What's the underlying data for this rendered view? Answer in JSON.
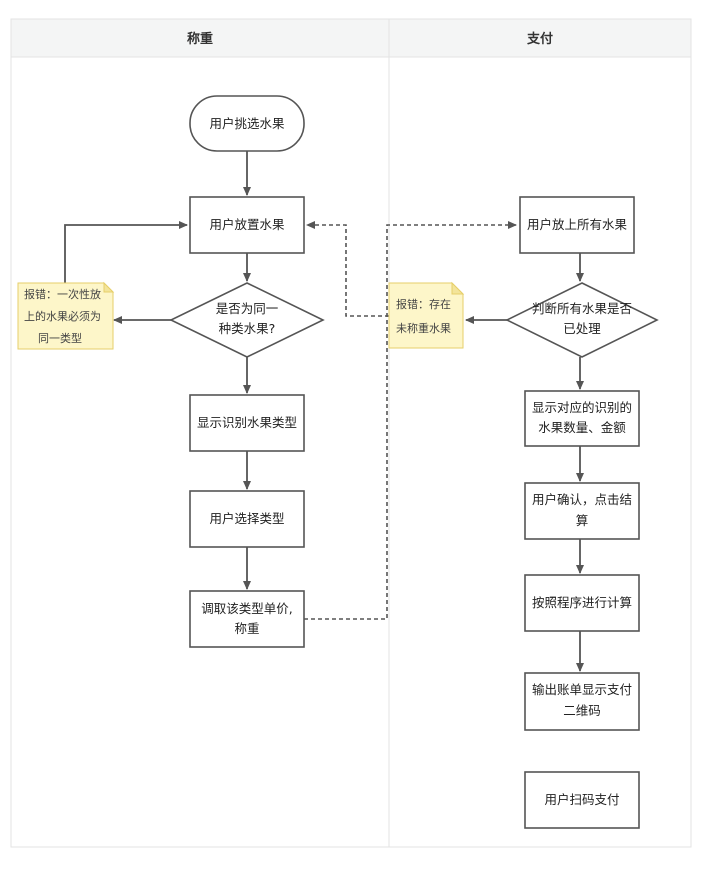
{
  "lanes": {
    "left_title": "称重",
    "right_title": "支付"
  },
  "nodes": {
    "start": "用户挑选水果",
    "place": "用户放置水果",
    "same_type_line1": "是否为同一",
    "same_type_line2": "种类水果?",
    "show_types": "显示识别水果类型",
    "select_type": "用户选择类型",
    "fetch_price_line1": "调取该类型单价,",
    "fetch_price_line2": "称重",
    "place_all": "用户放上所有水果",
    "all_processed_line1": "判断所有水果是否",
    "all_processed_line2": "已处理",
    "show_amount_line1": "显示对应的识别的",
    "show_amount_line2": "水果数量、金额",
    "confirm_line1": "用户确认，点击结",
    "confirm_line2": "算",
    "compute": "按照程序进行计算",
    "bill_line1": "输出账单显示支付",
    "bill_line2": "二维码",
    "scan_pay": "用户扫码支付"
  },
  "notes": {
    "error_type_line1": "报错：一次性放",
    "error_type_line2": "上的水果必须为",
    "error_type_line3": "同一类型",
    "error_unweighed_line1": "报错：存在",
    "error_unweighed_line2": "未称重水果"
  }
}
